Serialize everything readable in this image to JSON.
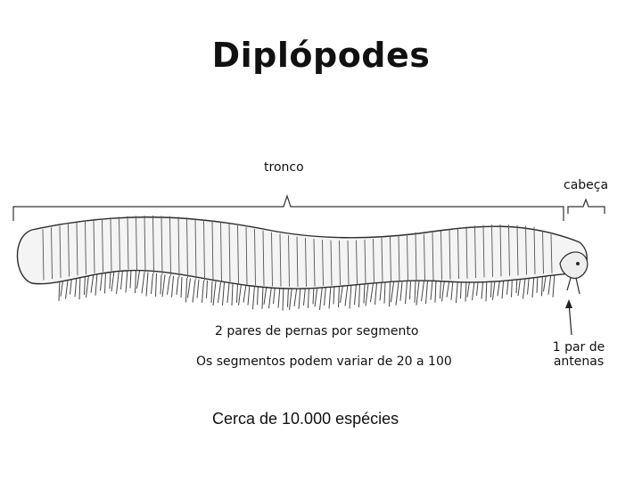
{
  "title": "Diplópodes",
  "labels": {
    "trunk": "tronco",
    "head": "cabeça",
    "legs": "2 pares de pernas por segmento",
    "segments": "Os segmentos podem variar de 20 a 100",
    "antennae_line1": "1 par de",
    "antennae_line2": "antenas",
    "species": "Cerca de 10.000 espécies"
  },
  "colors": {
    "ink": "#2b2b2b",
    "body_fill": "#f4f4f4",
    "bracket": "#333333"
  }
}
